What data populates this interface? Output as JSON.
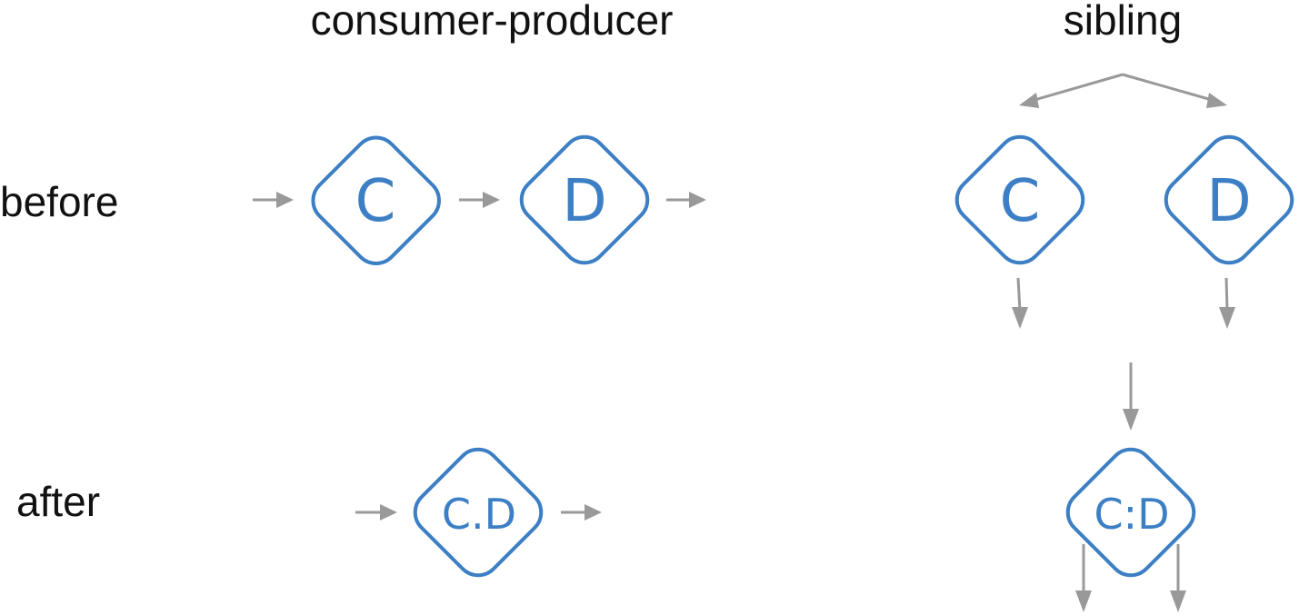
{
  "columns": {
    "consumer_producer": "consumer-producer",
    "sibling": "sibling"
  },
  "rows": {
    "before": "before",
    "after": "after"
  },
  "nodes": {
    "cp_before_c": "C",
    "cp_before_d": "D",
    "cp_after": "C.D",
    "sib_before_c": "C",
    "sib_before_d": "D",
    "sib_after": "C:D"
  },
  "colors": {
    "node_stroke": "#3d7fc4",
    "edge": "#999999",
    "text": "#111111"
  }
}
